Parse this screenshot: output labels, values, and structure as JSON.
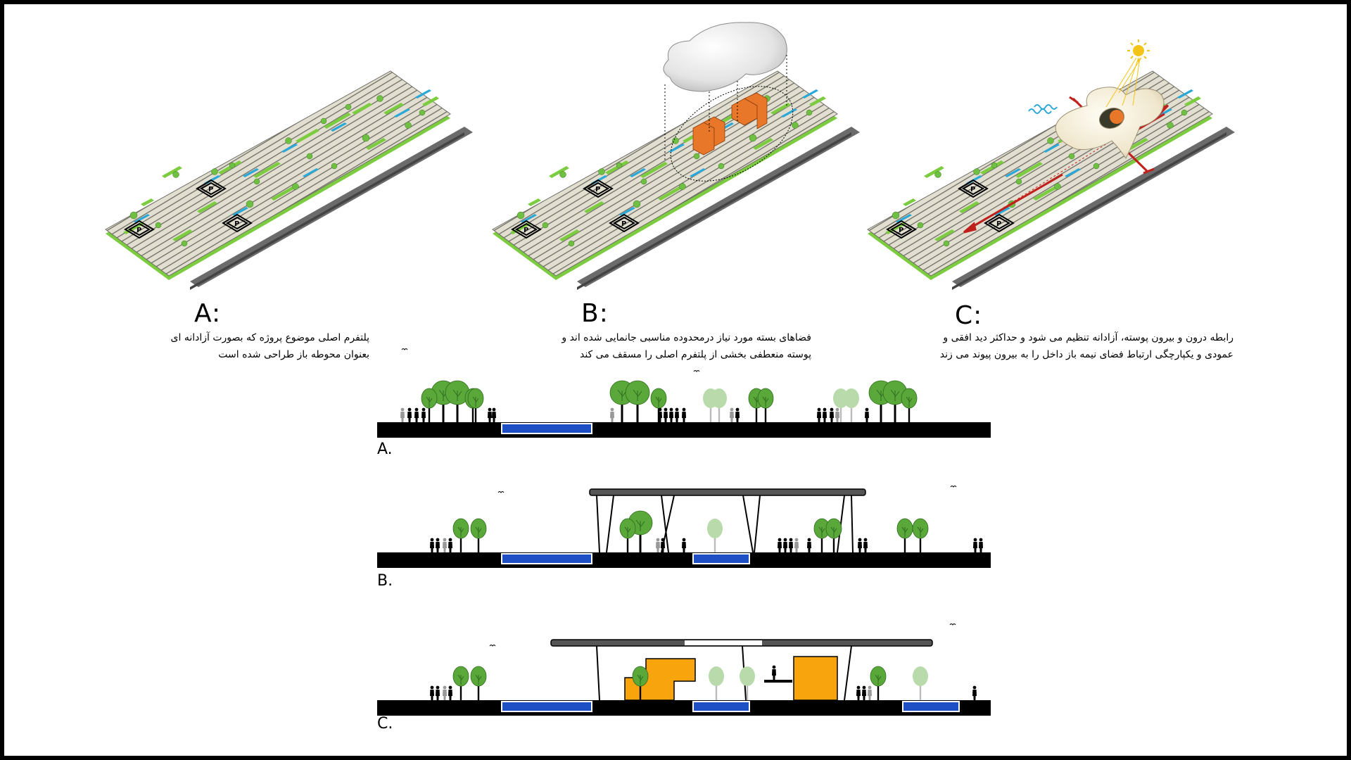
{
  "panels": [
    {
      "letter": "A:",
      "caption": [
        "پلتفرم اصلی موضوع پروژه که بصورت آزادانه ای",
        "بعنوان محوطه باز طراحی شده است"
      ]
    },
    {
      "letter": "B:",
      "caption": [
        "فضاهای بسته مورد نیاز درمحدوده مناسبی جانمایی شده اند و",
        "پوسته منعطفی بخشی از پلتفرم اصلی را مسقف می کند"
      ]
    },
    {
      "letter": "C:",
      "caption": [
        "رابطه درون و بیرون پوسته، آزادانه تنظیم می شود و حداکثر دید افقی و",
        "عمودی و یکپارچگی ارتباط فضای نیمه باز داخل را به بیرون پیوند می زند"
      ]
    }
  ],
  "sections": [
    {
      "label": "A."
    },
    {
      "label": "B."
    },
    {
      "label": "C."
    }
  ],
  "platform": {
    "parking_symbol": "P"
  },
  "colors": {
    "platform": "#e2dfd0",
    "platform_lines": "#6f6e66",
    "green": "#7ccc3f",
    "water": "#2aa8d8",
    "road": "#6b6b6b",
    "orange": "#e8772a",
    "box_yellow": "#f8a40c",
    "pool_blue": "#1f4fc4",
    "tree": "#5ba83a",
    "shell": "#f3ecd6",
    "red_arrow": "#c0201c",
    "sun": "#f3c418"
  }
}
